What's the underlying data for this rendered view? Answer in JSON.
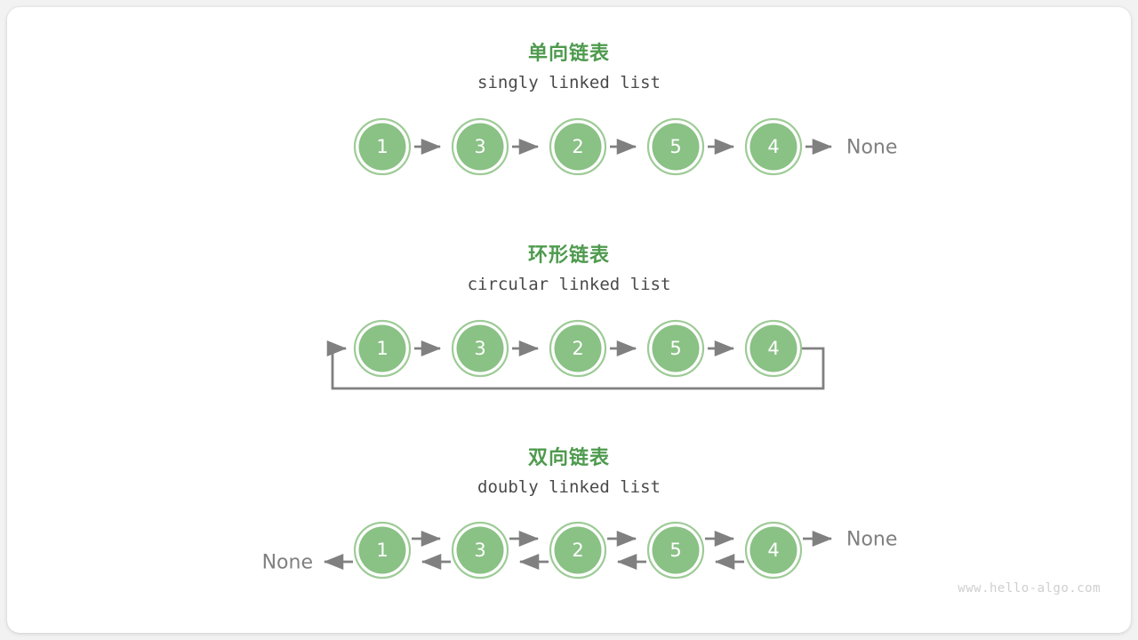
{
  "page": {
    "background_color": "#f2f2f2",
    "card_color": "#ffffff",
    "watermark": "www.hello-algo.com"
  },
  "palette": {
    "node_fill": "#8ac185",
    "node_ring": "#9ecb97",
    "node_text": "#ffffff",
    "arrow": "#808080",
    "title_green": "#4e9a4e",
    "subtitle_gray": "#4a4a4a",
    "none_gray": "#808080",
    "watermark_gray": "#cfcfcf"
  },
  "diagram": {
    "type": "linked-list-variants",
    "sections": [
      {
        "id": "singly",
        "title_zh": "单向链表",
        "title_en": "singly linked list",
        "nodes": [
          "1",
          "3",
          "2",
          "5",
          "4"
        ],
        "terminators": {
          "left": null,
          "right": "None"
        },
        "forward_arrows": true,
        "backward_arrows": false,
        "circular": false
      },
      {
        "id": "circular",
        "title_zh": "环形链表",
        "title_en": "circular linked list",
        "nodes": [
          "1",
          "3",
          "2",
          "5",
          "4"
        ],
        "terminators": {
          "left": null,
          "right": null
        },
        "forward_arrows": true,
        "backward_arrows": false,
        "circular": true
      },
      {
        "id": "doubly",
        "title_zh": "双向链表",
        "title_en": "doubly linked list",
        "nodes": [
          "1",
          "3",
          "2",
          "5",
          "4"
        ],
        "terminators": {
          "left": "None",
          "right": "None"
        },
        "forward_arrows": true,
        "backward_arrows": true,
        "circular": false
      }
    ]
  }
}
